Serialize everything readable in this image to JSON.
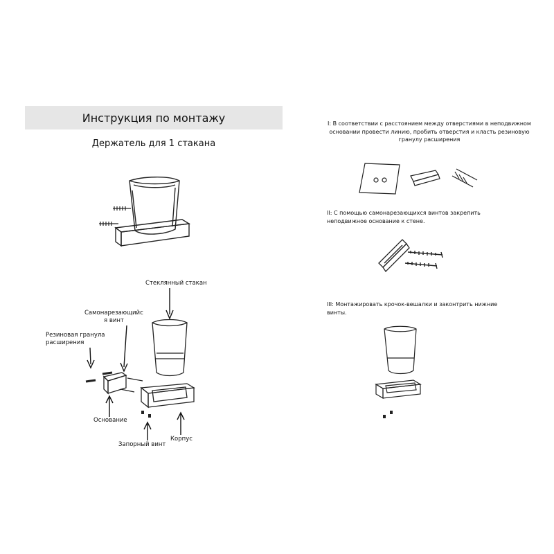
{
  "page": {
    "title": "Инструкция по монтажу",
    "subtitle": "Держатель для 1 стакана"
  },
  "labels": {
    "glass": "Стеклянный стакан",
    "screw_line1": "Самонарезающийс",
    "screw_line2": "я винт",
    "anchor_line1": "Резиновая гранула",
    "anchor_line2": "расширения",
    "base": "Основание",
    "locking_screw": "Запорный винт",
    "body": "Корпус"
  },
  "steps": [
    {
      "text": "I: В соответствии с расстоянием между отверстиями в неподвижном основании провести линию, пробить отверстия и класть резиновую гранулу расширения"
    },
    {
      "text": "II: С помощью самонарезающихся винтов закрепить неподвижное основание к стене."
    },
    {
      "text": "III: Монтажировать крочок-вешалки и законтрить нижние винты."
    }
  ],
  "icons": [
    "glass-holder-illustration",
    "exploded-parts-diagram",
    "wall-plate-drawing",
    "wall-anchor-icon",
    "screw-icon",
    "arrow-down-icon",
    "arrow-up-icon"
  ]
}
